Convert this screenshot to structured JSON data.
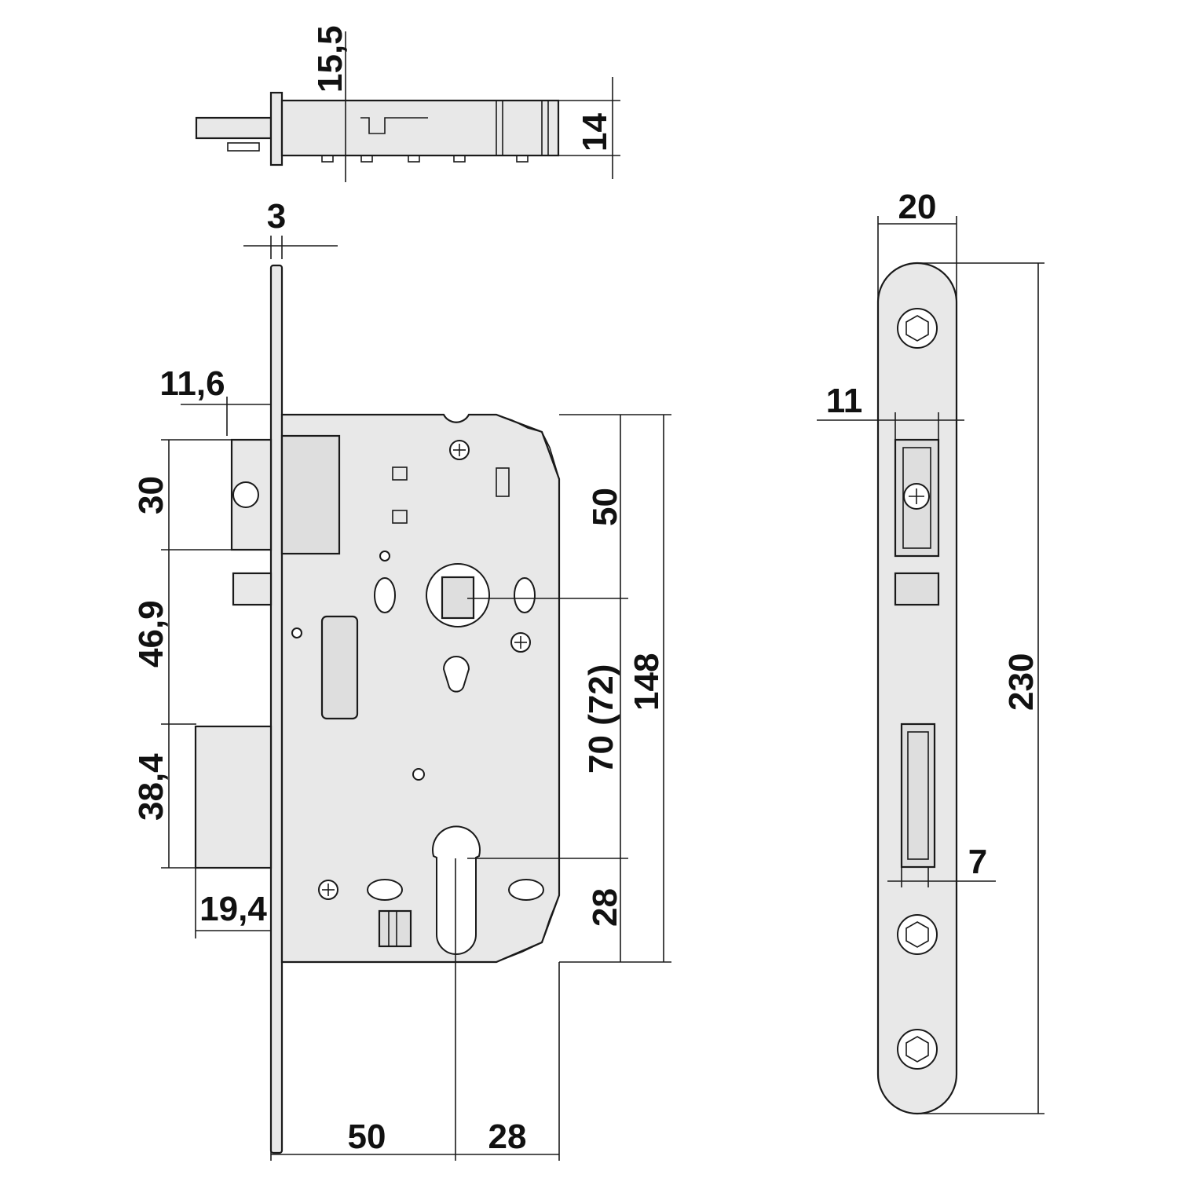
{
  "dimensions": {
    "top_view": {
      "width": "15,5",
      "height": "14"
    },
    "faceplate_thickness": "3",
    "latch_projection": "11,6",
    "latch_height": "30",
    "latch_to_bolt": "46,9",
    "bolt_height": "38,4",
    "bolt_projection": "19,4",
    "body_upper": "50",
    "center_distance": "70 (72)",
    "body_height": "148",
    "body_lower": "28",
    "backset": "50",
    "cylinder_to_edge": "28",
    "faceplate_width": "20",
    "faceplate_length": "230",
    "latch_slot_width": "11",
    "bolt_slot_width": "7"
  },
  "colors": {
    "line": "#1a1a1a",
    "fill": "#e8e8e8",
    "background": "#ffffff"
  }
}
